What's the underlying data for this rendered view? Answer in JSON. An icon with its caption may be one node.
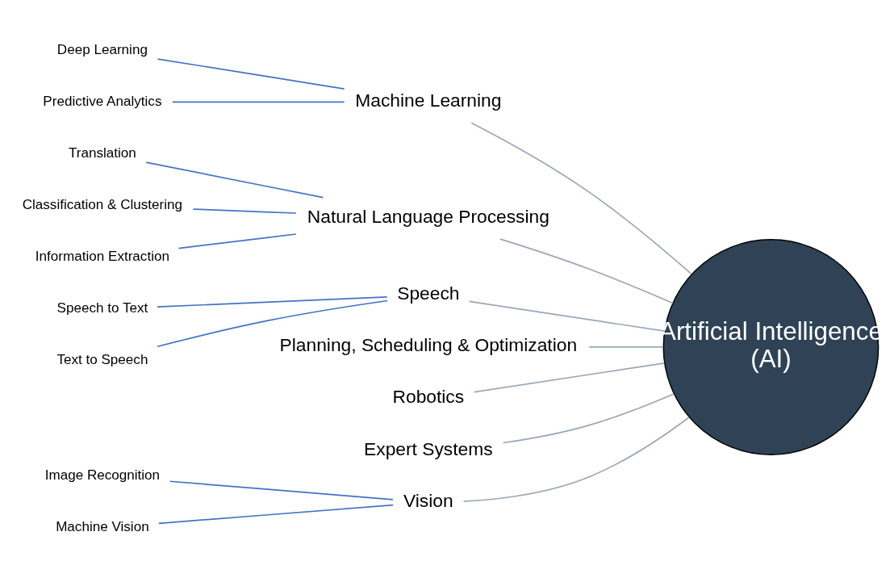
{
  "diagram": {
    "nodes": [
      {
        "text": [
          "Deep Learning"
        ]
      },
      {
        "text": [
          "Predictive Analytics"
        ]
      },
      {
        "text": [
          "Machine Learning"
        ]
      },
      {
        "text": [
          "Translation"
        ]
      },
      {
        "text": [
          "Classification & Clustering"
        ]
      },
      {
        "text": [
          "Information Extraction"
        ]
      },
      {
        "text": [
          "Natural Language Processing"
        ]
      },
      {
        "text": [
          "Speech to Text"
        ]
      },
      {
        "text": [
          "Text to Speech"
        ]
      },
      {
        "text": [
          "Speech"
        ]
      },
      {
        "text": [
          "Planning, Scheduling & Optimization"
        ]
      },
      {
        "text": [
          "Robotics"
        ]
      },
      {
        "text": [
          "Expert Systems"
        ]
      },
      {
        "text": [
          "Image Recognition"
        ]
      },
      {
        "text": [
          "Machine Vision"
        ]
      },
      {
        "text": [
          "Vision"
        ]
      },
      {
        "text": [
          "Artificial Intelligence (AI)"
        ]
      }
    ],
    "edges": [
      {
        "from": 0,
        "to": 2,
        "arrow": "none"
      },
      {
        "from": 1,
        "to": 2,
        "arrow": "none"
      },
      {
        "from": 2,
        "to": 16,
        "arrow": "none",
        "color": "#9aa7b8"
      },
      {
        "from": 3,
        "to": 6,
        "arrow": "none"
      },
      {
        "from": 4,
        "to": 6,
        "arrow": "none"
      },
      {
        "from": 5,
        "to": 6,
        "arrow": "none"
      },
      {
        "from": 6,
        "to": 16,
        "arrow": "none",
        "color": "#9aa7b8"
      },
      {
        "from": 7,
        "to": 9,
        "arrow": "none"
      },
      {
        "from": 8,
        "to": 9,
        "arrow": "none"
      },
      {
        "from": 9,
        "to": 16,
        "arrow": "none",
        "color": "#9aa7b8"
      },
      {
        "from": 10,
        "to": 16,
        "arrow": "none",
        "color": "#9aa7b8"
      },
      {
        "from": 11,
        "to": 16,
        "arrow": "none",
        "color": "#9aa7b8"
      },
      {
        "from": 12,
        "to": 16,
        "arrow": "none",
        "color": "#9aa7b8"
      },
      {
        "from": 13,
        "to": 15,
        "arrow": "none"
      },
      {
        "from": 14,
        "to": 15,
        "arrow": "none"
      },
      {
        "from": 15,
        "to": 16,
        "arrow": "none",
        "color": "#9aa7b8"
      }
    ]
  }
}
